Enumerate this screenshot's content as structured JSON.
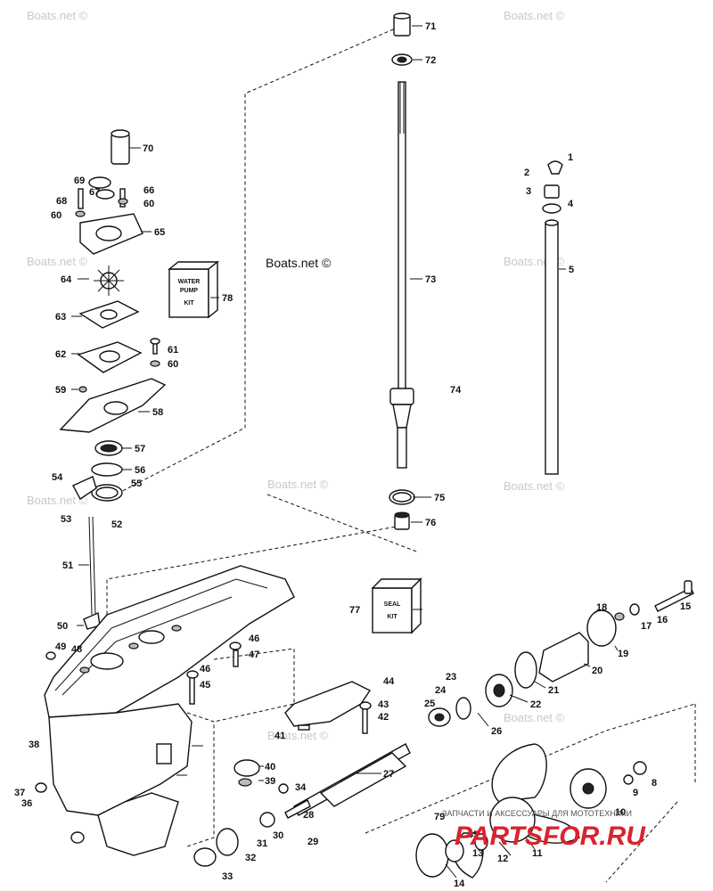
{
  "watermark": "Boats.net ©",
  "watermark_main": "Boats.net ©",
  "kits": {
    "water_pump": [
      "WATER",
      "PUMP",
      "KIT"
    ],
    "seal": [
      "SEAL",
      "KIT"
    ]
  },
  "labels": [
    {
      "id": "l71",
      "text": "71"
    },
    {
      "id": "l72",
      "text": "72"
    },
    {
      "id": "l70",
      "text": "70"
    },
    {
      "id": "l1",
      "text": "1"
    },
    {
      "id": "l2",
      "text": "2"
    },
    {
      "id": "l3",
      "text": "3"
    },
    {
      "id": "l4",
      "text": "4"
    },
    {
      "id": "l5",
      "text": "5"
    },
    {
      "id": "l69",
      "text": "69"
    },
    {
      "id": "l67",
      "text": "67"
    },
    {
      "id": "l66",
      "text": "66"
    },
    {
      "id": "l68",
      "text": "68"
    },
    {
      "id": "l60a",
      "text": "60"
    },
    {
      "id": "l60b",
      "text": "60"
    },
    {
      "id": "l65",
      "text": "65"
    },
    {
      "id": "l64",
      "text": "64"
    },
    {
      "id": "l78",
      "text": "78"
    },
    {
      "id": "l73",
      "text": "73"
    },
    {
      "id": "l63",
      "text": "63"
    },
    {
      "id": "l62",
      "text": "62"
    },
    {
      "id": "l61",
      "text": "61"
    },
    {
      "id": "l60c",
      "text": "60"
    },
    {
      "id": "l59",
      "text": "59"
    },
    {
      "id": "l58",
      "text": "58"
    },
    {
      "id": "l74",
      "text": "74"
    },
    {
      "id": "l57",
      "text": "57"
    },
    {
      "id": "l56",
      "text": "56"
    },
    {
      "id": "l54",
      "text": "54"
    },
    {
      "id": "l55",
      "text": "55"
    },
    {
      "id": "l75",
      "text": "75"
    },
    {
      "id": "l53",
      "text": "53"
    },
    {
      "id": "l52",
      "text": "52"
    },
    {
      "id": "l76",
      "text": "76"
    },
    {
      "id": "l51",
      "text": "51"
    },
    {
      "id": "l77",
      "text": "77"
    },
    {
      "id": "l15",
      "text": "15"
    },
    {
      "id": "l18",
      "text": "18"
    },
    {
      "id": "l16",
      "text": "16"
    },
    {
      "id": "l17",
      "text": "17"
    },
    {
      "id": "l50",
      "text": "50"
    },
    {
      "id": "l49",
      "text": "49"
    },
    {
      "id": "l48",
      "text": "48"
    },
    {
      "id": "l46",
      "text": "46"
    },
    {
      "id": "l47",
      "text": "47"
    },
    {
      "id": "l19",
      "text": "19"
    },
    {
      "id": "l20",
      "text": "20"
    },
    {
      "id": "l46b",
      "text": "46"
    },
    {
      "id": "l45",
      "text": "45"
    },
    {
      "id": "l21",
      "text": "21"
    },
    {
      "id": "l23",
      "text": "23"
    },
    {
      "id": "l44",
      "text": "44"
    },
    {
      "id": "l24",
      "text": "24"
    },
    {
      "id": "l22",
      "text": "22"
    },
    {
      "id": "l43",
      "text": "43"
    },
    {
      "id": "l25",
      "text": "25"
    },
    {
      "id": "l42",
      "text": "42"
    },
    {
      "id": "l41",
      "text": "41"
    },
    {
      "id": "l26",
      "text": "26"
    },
    {
      "id": "l38",
      "text": "38"
    },
    {
      "id": "l40",
      "text": "40"
    },
    {
      "id": "l27",
      "text": "27"
    },
    {
      "id": "l8",
      "text": "8"
    },
    {
      "id": "l39",
      "text": "39"
    },
    {
      "id": "l34",
      "text": "34"
    },
    {
      "id": "l9",
      "text": "9"
    },
    {
      "id": "l37",
      "text": "37"
    },
    {
      "id": "l36",
      "text": "36"
    },
    {
      "id": "l28",
      "text": "28"
    },
    {
      "id": "l79",
      "text": "79"
    },
    {
      "id": "l10",
      "text": "10"
    },
    {
      "id": "l30",
      "text": "30"
    },
    {
      "id": "l29",
      "text": "29"
    },
    {
      "id": "l31",
      "text": "31"
    },
    {
      "id": "l35",
      "text": "35"
    },
    {
      "id": "l13",
      "text": "13"
    },
    {
      "id": "l12",
      "text": "12"
    },
    {
      "id": "l11",
      "text": "11"
    },
    {
      "id": "l32",
      "text": "32"
    },
    {
      "id": "l33",
      "text": "33"
    },
    {
      "id": "l14",
      "text": "14"
    }
  ],
  "footer": {
    "tagline": "ЗАПЧАСТИ И АКСЕССУАРЫ ДЛЯ МОТОТЕХНИКИ",
    "brand": "PARTSFOR.RU"
  }
}
